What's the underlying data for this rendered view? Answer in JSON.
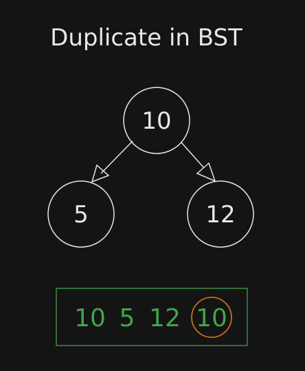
{
  "title": "Duplicate in BST",
  "tree": {
    "root": {
      "label": "10"
    },
    "left": {
      "label": "5"
    },
    "right": {
      "label": "12"
    }
  },
  "sequence": {
    "items": [
      "10",
      "5",
      "12",
      "10"
    ],
    "highlight_index": 3,
    "text_color": "#43a34c",
    "border_color": "#3d8f45",
    "highlight_color": "#c5701b"
  },
  "colors": {
    "background": "#141414",
    "foreground": "#e8e8e8"
  }
}
